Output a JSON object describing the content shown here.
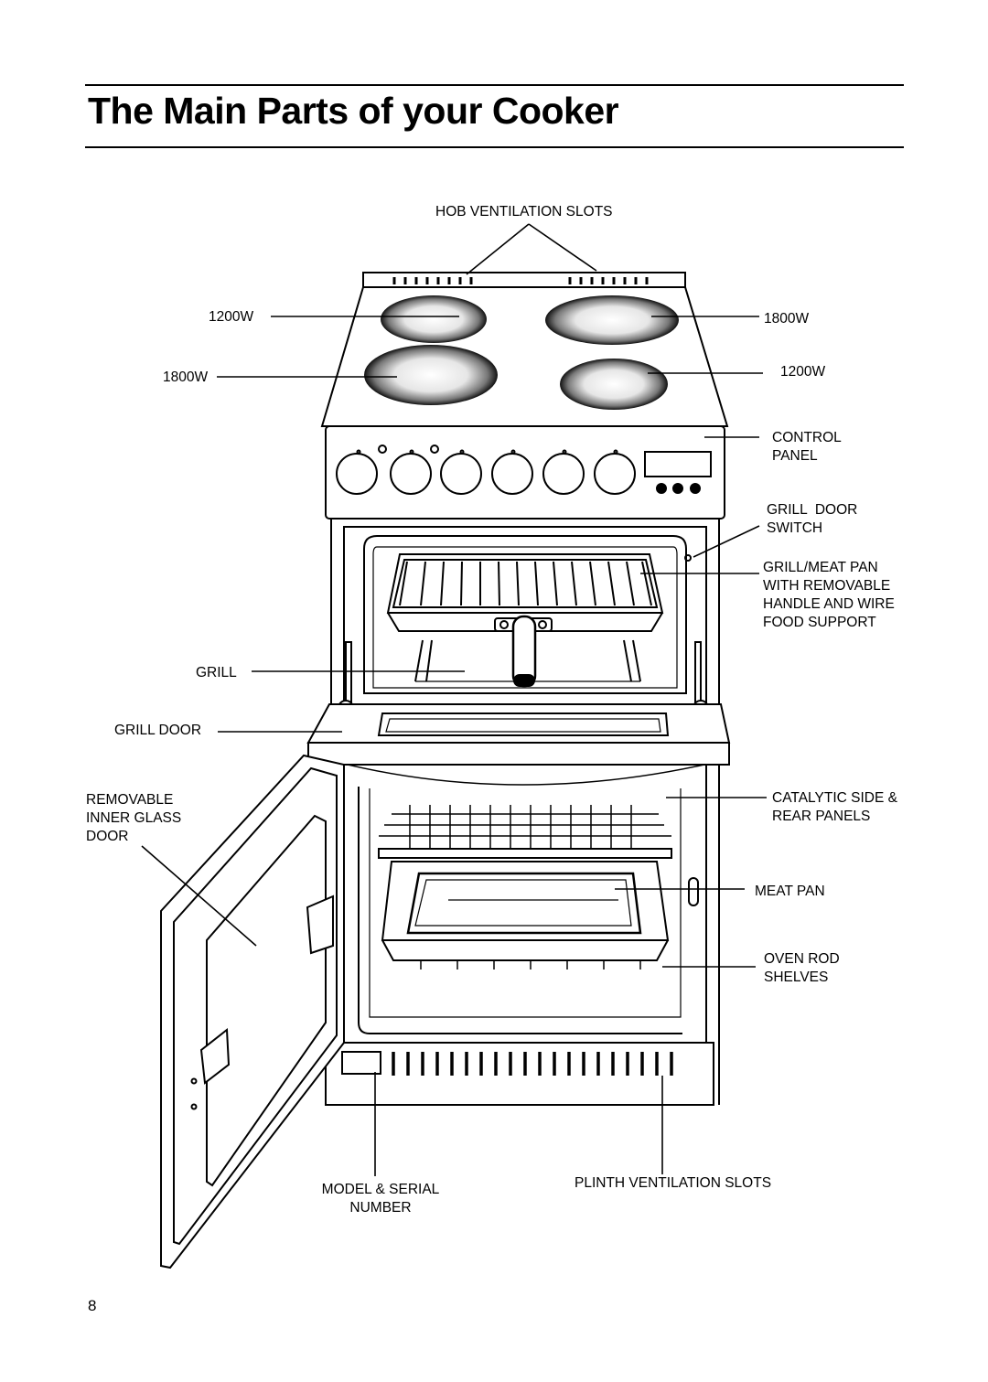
{
  "title": "The Main Parts of your Cooker",
  "page_number": "8",
  "labels": {
    "hob_ventilation_slots": "HOB VENTILATION SLOTS",
    "hotplate_back_left": "1200W",
    "hotplate_front_left": "1800W",
    "hotplate_back_right": "1800W",
    "hotplate_front_right": "1200W",
    "control_panel": [
      "CONTROL",
      "PANEL"
    ],
    "grill_door_switch": [
      "GRILL  DOOR",
      "SWITCH"
    ],
    "grill_meat_pan": [
      "GRILL/MEAT PAN",
      "WITH REMOVABLE",
      "HANDLE AND WIRE",
      "FOOD SUPPORT"
    ],
    "grill": "GRILL",
    "grill_door": "GRILL DOOR",
    "removable_inner_glass_door": [
      "REMOVABLE",
      "INNER GLASS",
      "DOOR"
    ],
    "catalytic_panels": [
      "CATALYTIC SIDE &",
      "REAR PANELS"
    ],
    "meat_pan": "MEAT PAN",
    "oven_rod_shelves": [
      "OVEN ROD",
      "SHELVES"
    ],
    "model_serial_number": [
      "MODEL & SERIAL",
      "NUMBER"
    ],
    "plinth_ventilation_slots": "PLINTH VENTILATION SLOTS"
  }
}
